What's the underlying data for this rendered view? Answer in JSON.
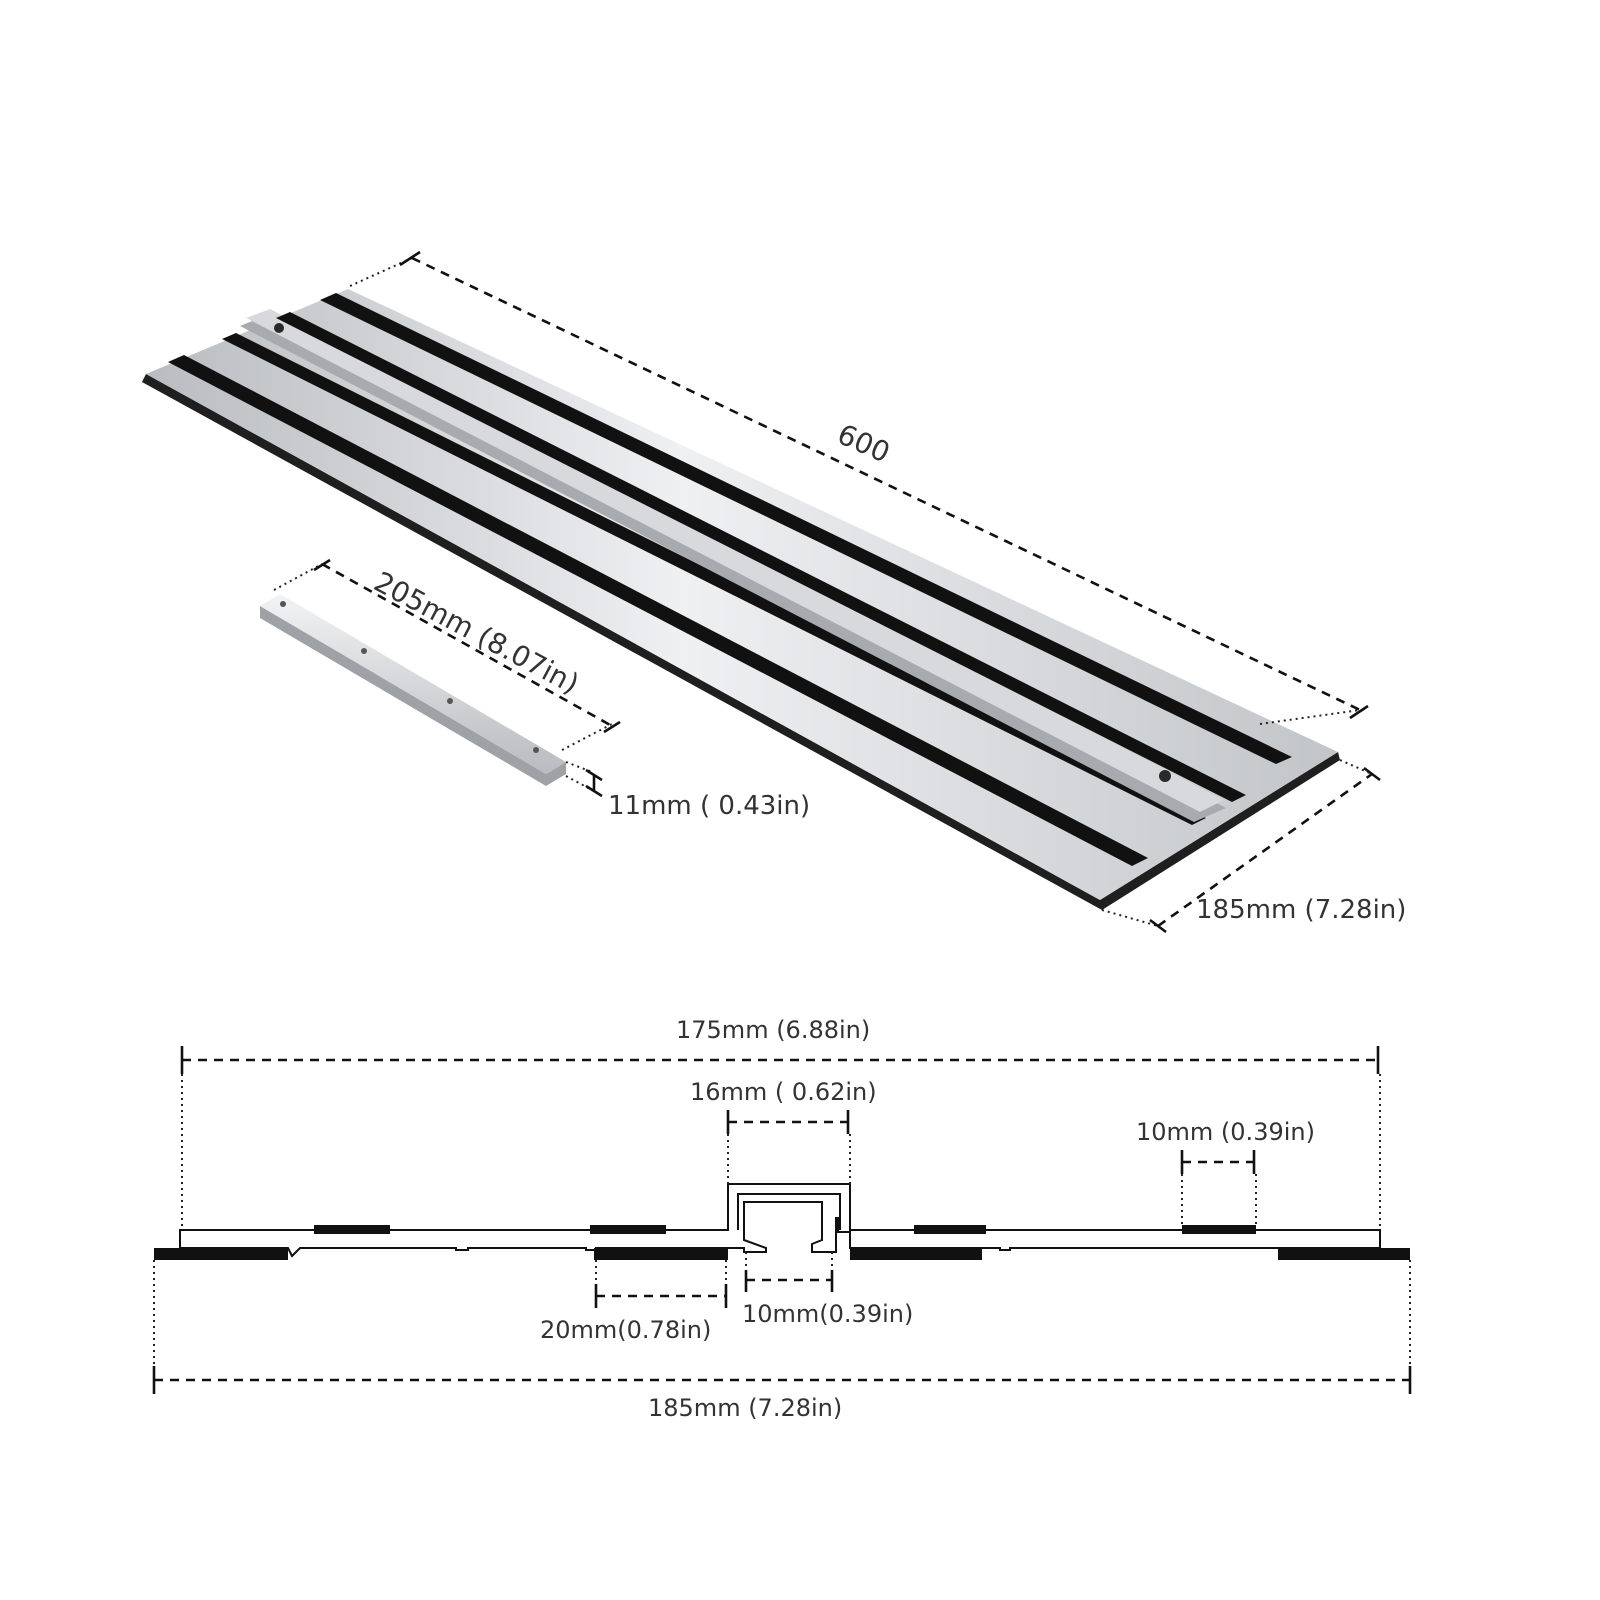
{
  "labels": {
    "length": "600",
    "strip_length": "205mm  (8.07in)",
    "strip_height": "11mm  ( 0.43in)",
    "rail_width_iso": "185mm  (7.28in)",
    "top_width": "175mm  (6.88in)",
    "channel_width": "16mm  ( 0.62in)",
    "strip_width": "10mm  (0.39in)",
    "lower_strip_width": "20mm(0.78in)",
    "slot_width": "10mm(0.39in)",
    "total_width": "185mm  (7.28in)"
  },
  "colors": {
    "aluminum_light": "#e6e8ea",
    "aluminum_mid": "#c4c7ca",
    "aluminum_dark": "#9a9ea2",
    "rubber_strip": "#1e1e1e",
    "line": "#111111",
    "text": "#333333"
  }
}
